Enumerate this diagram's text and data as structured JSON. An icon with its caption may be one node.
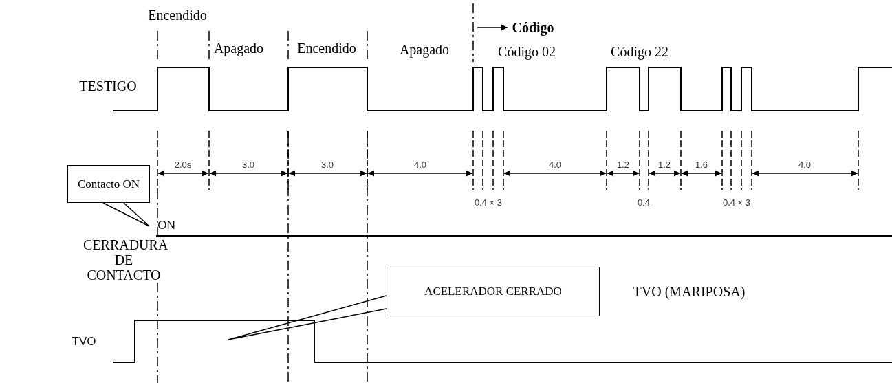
{
  "diagram": {
    "nodes": [
      {
        "text": [
          "Contacto ON"
        ]
      },
      {
        "text": [
          "ACELERADOR CERRADO"
        ]
      }
    ],
    "edges": [
      {
        "from": 0,
        "to": null,
        "arrow": "none"
      },
      {
        "from": 1,
        "to": null,
        "arrow": "none"
      }
    ],
    "labels": [
      "Encendido",
      "Código",
      "Apagado",
      "Encendido",
      "Apagado",
      "Código 02",
      "Código 22",
      "TESTIGO",
      "2.0s",
      "3.0",
      "3.0",
      "4.0",
      "4.0",
      "1.2",
      "1.2",
      "1.6",
      "4.0",
      "0.4 × 3",
      "0.4",
      "0.4 × 3",
      "ON",
      "CERRADURA DE CONTACTO",
      "TVO (MARIPOSA)",
      "TVO"
    ]
  }
}
